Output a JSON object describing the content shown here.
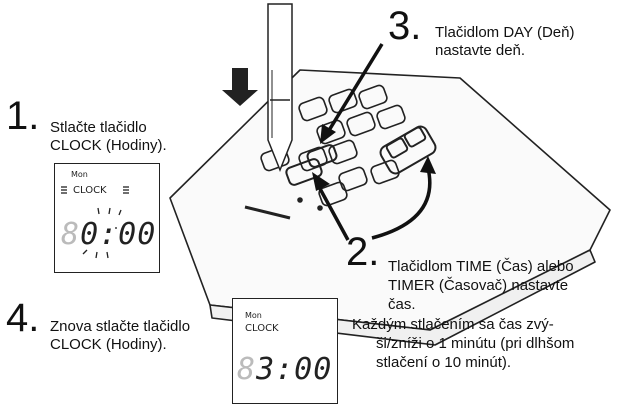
{
  "steps": [
    {
      "number": "1.",
      "lines": [
        "Stlačte tlačidlo",
        "CLOCK (Hodiny)."
      ]
    },
    {
      "number": "2.",
      "lines": [
        "Tlačidlom TIME (Čas) alebo",
        "TIMER (Časovač) nastavte",
        "čas."
      ],
      "extra_lines": [
        "Každým stlačením sa čas zvý-",
        "ši/zníži o 1 minútu (pri dlhšom",
        "stlačení o 10 minút)."
      ]
    },
    {
      "number": "3.",
      "lines": [
        "Tlačidlom DAY (Deň)",
        "nastavte deň."
      ]
    },
    {
      "number": "4.",
      "lines": [
        "Znova stlačte tlačidlo",
        "CLOCK (Hodiny)."
      ]
    }
  ],
  "display1": {
    "day": "Mon",
    "mode": "CLOCK",
    "ghost_digit": "8",
    "time": "0:00"
  },
  "display2": {
    "day": "Mon",
    "mode": "CLOCK",
    "ghost_digit": "8",
    "time": "3:00"
  },
  "icons": [
    "pen-icon",
    "down-arrow-icon",
    "remote-control-icon",
    "curved-arrow-icon"
  ]
}
